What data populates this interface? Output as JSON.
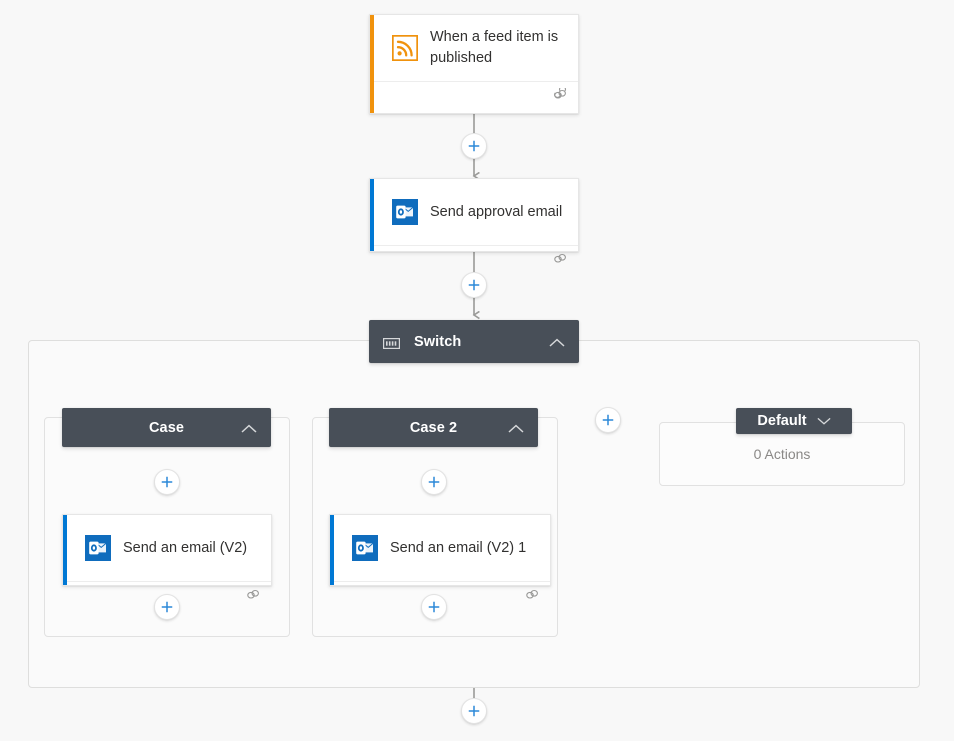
{
  "palette": {
    "canvas_bg": "#f8f8f8",
    "header_dark": "#484f58",
    "accent_blue": "#0078d4",
    "plus_blue": "#2b88d8",
    "rss_orange": "#f0920d",
    "outlook_blue": "#0f6cbd",
    "connector_gray": "#8a8886",
    "border_gray": "#e1e1e1",
    "muted_text": "#8a8886"
  },
  "nodes": {
    "trigger": {
      "title": "When a feed item is published",
      "icon": "rss-icon",
      "accent_color": "#f0920d",
      "footer_icon": "chain-link-icon"
    },
    "approval": {
      "title": "Send approval email",
      "icon": "outlook-icon",
      "accent_color": "#0078d4",
      "footer_icon": "chain-link-icon"
    },
    "switch": {
      "title": "Switch",
      "icon": "switch-icon",
      "collapse_icon": "chevron-up-icon"
    },
    "case1": {
      "title": "Case",
      "collapse_icon": "chevron-up-icon",
      "action": {
        "title": "Send an email (V2)",
        "icon": "outlook-icon",
        "accent_color": "#0078d4",
        "footer_icon": "chain-link-icon"
      }
    },
    "case2": {
      "title": "Case 2",
      "collapse_icon": "chevron-up-icon",
      "action": {
        "title": "Send an email (V2) 1",
        "icon": "outlook-icon",
        "accent_color": "#0078d4",
        "footer_icon": "chain-link-icon"
      }
    },
    "default_case": {
      "title": "Default",
      "expand_icon": "chevron-down-icon",
      "actions_label": "0 Actions"
    }
  },
  "add_buttons": [
    {
      "name": "add-step-after-trigger",
      "icon": "plus-icon"
    },
    {
      "name": "add-step-after-approval",
      "icon": "plus-icon"
    },
    {
      "name": "add-case-button",
      "icon": "plus-icon"
    },
    {
      "name": "add-step-case1-top",
      "icon": "plus-icon"
    },
    {
      "name": "add-step-case1-bottom",
      "icon": "plus-icon"
    },
    {
      "name": "add-step-case2-top",
      "icon": "plus-icon"
    },
    {
      "name": "add-step-case2-bottom",
      "icon": "plus-icon"
    },
    {
      "name": "add-step-after-switch",
      "icon": "plus-icon"
    }
  ]
}
